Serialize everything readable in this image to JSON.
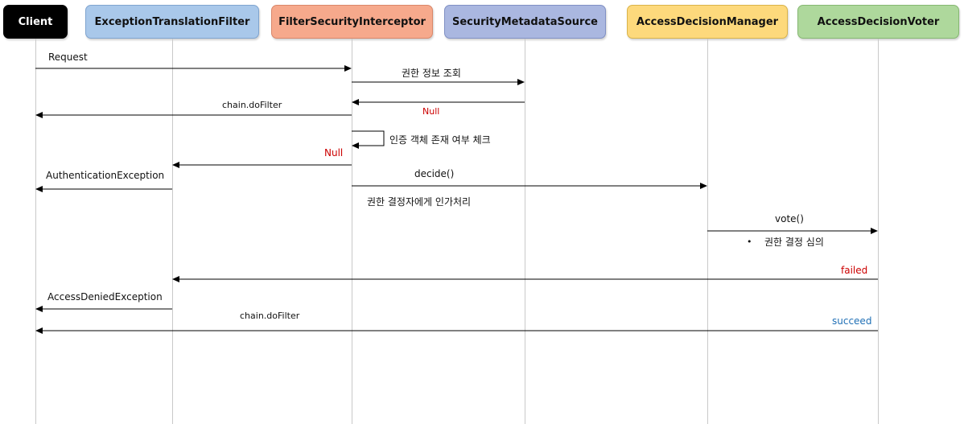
{
  "actors": {
    "client": "Client",
    "etf": "ExceptionTranslationFilter",
    "fsi": "FilterSecurityInterceptor",
    "sms": "SecurityMetadataSource",
    "adm": "AccessDecisionManager",
    "adv": "AccessDecisionVoter"
  },
  "colors": {
    "client": "#000000",
    "etf": "#a9c8ea",
    "fsi": "#f6a98c",
    "sms": "#aab7e0",
    "adm": "#fdd97c",
    "adv": "#aed89c",
    "red_label": "#cc0000",
    "blue_label": "#1f6fb5"
  },
  "messages": {
    "request": "Request",
    "authority_lookup": "권한 정보 조회",
    "null_1": "Null",
    "chain_dofilter_1": "chain.doFilter",
    "auth_check": "인증 객체 존재 여부 체크",
    "null_2": "Null",
    "authentication_exception": "AuthenticationException",
    "decide": "decide()",
    "decide_note": "권한 결정자에게 인가처리",
    "vote": "vote()",
    "vote_note_bullet": "•",
    "vote_note": "권한 결정 심의",
    "failed": "failed",
    "access_denied_exception": "AccessDeniedException",
    "chain_dofilter_2": "chain.doFilter",
    "succeed": "succeed"
  }
}
